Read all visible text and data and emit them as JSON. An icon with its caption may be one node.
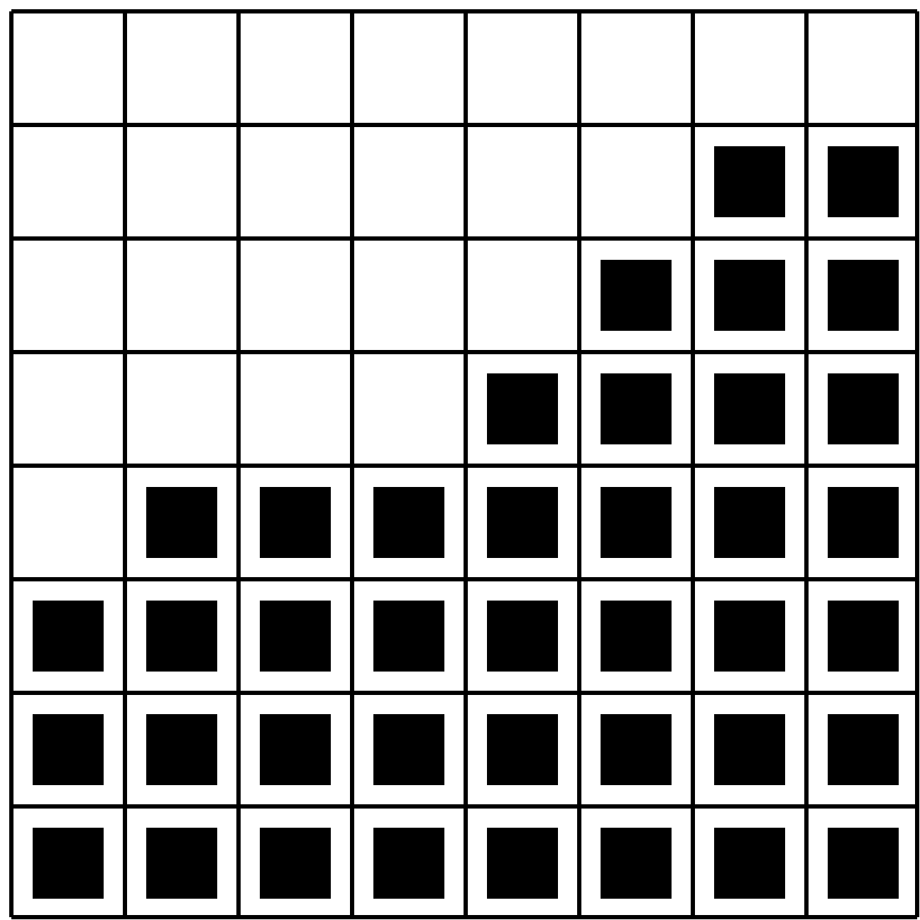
{
  "diagram": {
    "nodes": [
      {
        "text": [],
        "shape": "box"
      },
      {
        "text": [],
        "shape": "box"
      },
      {
        "text": [],
        "shape": "box"
      },
      {
        "text": [],
        "shape": "box"
      },
      {
        "text": [],
        "shape": "box"
      },
      {
        "text": [],
        "shape": "box"
      },
      {
        "text": [],
        "shape": "box"
      },
      {
        "text": [],
        "shape": "box"
      },
      {
        "text": [],
        "shape": "box"
      },
      {
        "text": [],
        "shape": "box"
      },
      {
        "text": [],
        "shape": "box"
      },
      {
        "text": [],
        "shape": "box"
      },
      {
        "text": [],
        "shape": "box"
      },
      {
        "text": [],
        "shape": "box"
      },
      {
        "text": [],
        "shape": "box"
      },
      {
        "text": [],
        "shape": "box"
      },
      {
        "text": [],
        "shape": "box"
      },
      {
        "text": [],
        "shape": "box"
      },
      {
        "text": [],
        "shape": "box"
      },
      {
        "text": [],
        "shape": "box"
      },
      {
        "text": [],
        "shape": "box"
      },
      {
        "text": [],
        "shape": "box"
      },
      {
        "text": [],
        "shape": "box"
      },
      {
        "text": [],
        "shape": "box"
      },
      {
        "text": [],
        "shape": "box"
      },
      {
        "text": [],
        "shape": "box"
      },
      {
        "text": [],
        "shape": "box"
      },
      {
        "text": [],
        "shape": "box"
      },
      {
        "text": [],
        "shape": "box"
      },
      {
        "text": [],
        "shape": "box"
      },
      {
        "text": [],
        "shape": "box"
      },
      {
        "text": [],
        "shape": "box"
      },
      {
        "text": [],
        "shape": "box"
      },
      {
        "text": [],
        "shape": "box"
      },
      {
        "text": [],
        "shape": "box"
      },
      {
        "text": [],
        "shape": "box"
      },
      {
        "text": [],
        "shape": "box"
      },
      {
        "text": [],
        "shape": "box"
      },
      {
        "text": [],
        "shape": "box"
      },
      {
        "text": [],
        "shape": "box"
      }
    ]
  }
}
